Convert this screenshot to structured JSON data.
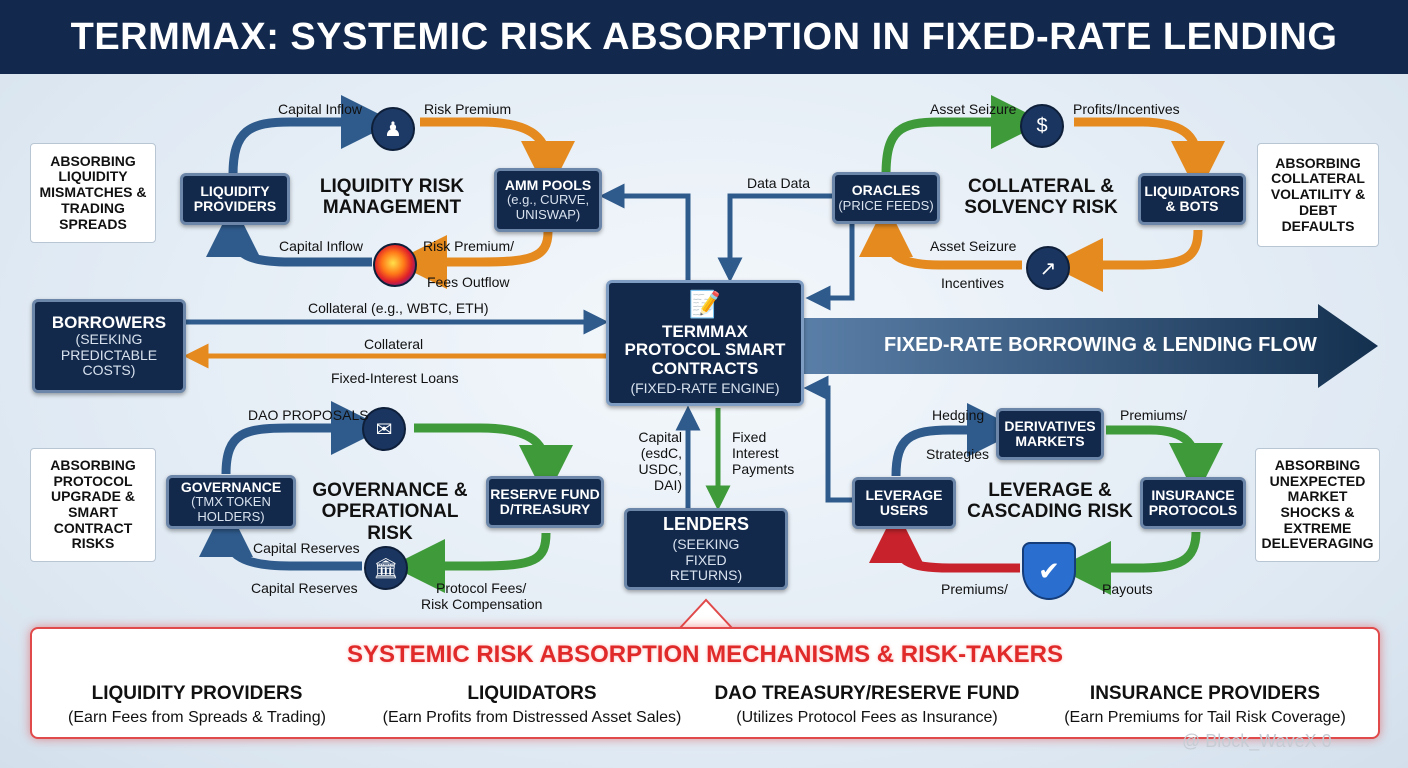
{
  "title": "TERMMAX: SYSTEMIC RISK ABSORPTION IN FIXED-RATE LENDING",
  "colors": {
    "navy": "#13294b",
    "blue_flow": "#2f5b8c",
    "orange_flow": "#e58a1f",
    "green_flow": "#3f9a3a",
    "red_flow": "#c8232c",
    "alert": "#e02a2a"
  },
  "center": {
    "title": "TERMMAX PROTOCOL SMART CONTRACTS",
    "sub": "(FIXED-RATE ENGINE)",
    "icon": "document-pen-icon"
  },
  "flow_label": "FIXED-RATE BORROWING & LENDING FLOW",
  "borrowers": {
    "title": "BORROWERS",
    "sub": "(SEEKING PREDICTABLE COSTS)"
  },
  "lenders": {
    "title": "LENDERS",
    "sub": "(SEEKING FIXED RETURNS)"
  },
  "borrower_flows": {
    "collateral_in": "Collateral (e.g., WBTC, ETH)",
    "collateral_out": "Collateral",
    "loans": "Fixed-Interest Loans"
  },
  "lender_flows": {
    "capital": "Capital (esdC, USDC, DAI)",
    "payments": "Fixed Interest Payments"
  },
  "liquidity": {
    "side": "ABSORBING LIQUIDITY MISMATCHES & TRADING SPREADS",
    "providers": "LIQUIDITY PROVIDERS",
    "category": "LIQUIDITY RISK MANAGEMENT",
    "amm_title": "AMM POOLS",
    "amm_sub": "(e.g., CURVE, UNISWAP)",
    "capital_inflow_top": "Capital Inflow",
    "risk_premium_top": "Risk Premium",
    "capital_inflow_bottom": "Capital Inflow",
    "risk_premium_bottom": "Risk Premium/",
    "fees_outflow": "Fees Outflow",
    "icons": [
      "user-icon",
      "heatmap-icon"
    ]
  },
  "collateral": {
    "side": "ABSORBING COLLATERAL VOLATILITY & DEBT DEFAULTS",
    "oracles_title": "ORACLES",
    "oracles_sub": "(PRICE FEEDS)",
    "category": "COLLATERAL & SOLVENCY RISK",
    "liquidators": "LIQUIDATORS & BOTS",
    "data": "Data Data",
    "asset_seizure_top": "Asset Seizure",
    "profits": "Profits/Incentives",
    "asset_seizure_bottom": "Asset Seizure",
    "incentives": "Incentives",
    "icons": [
      "money-icon",
      "chart-icon"
    ]
  },
  "governance": {
    "side": "ABSORBING PROTOCOL UPGRADE & SMART CONTRACT RISKS",
    "gov_title": "GOVERNANCE",
    "gov_sub": "(TMX TOKEN HOLDERS)",
    "category": "GOVERNANCE & OPERATIONAL RISK",
    "reserve": "RESERVE FUND D/TREASURY",
    "dao_proposals": "DAO PROPOSALS",
    "capital_reserves_1": "Capital Reserves",
    "capital_reserves_2": "Capital Reserves",
    "protocol_fees": "Protocol Fees/",
    "risk_comp": "Risk Compensation",
    "icons": [
      "vote-icon",
      "bank-icon"
    ]
  },
  "leverage": {
    "side": "ABSORBING UNEXPECTED MARKET SHOCKS & EXTREME DELEVERAGING",
    "users": "LEVERAGE USERS",
    "category": "LEVERAGE & CASCADING RISK",
    "derivatives": "DERIVATIVES MARKETS",
    "insurance": "INSURANCE PROTOCOLS",
    "hedging": "Hedging",
    "strategies": "Strategies",
    "premiums_top": "Premiums/",
    "premiums_bottom": "Premiums/",
    "payouts": "Payouts",
    "icons": [
      "shield-check-icon"
    ]
  },
  "bottom": {
    "title": "SYSTEMIC RISK ABSORPTION MECHANISMS & RISK-TAKERS",
    "columns": [
      {
        "title": "LIQUIDITY PROVIDERS",
        "desc": "(Earn Fees from Spreads & Trading)"
      },
      {
        "title": "LIQUIDATORS",
        "desc": "(Earn Profits from Distressed Asset Sales)"
      },
      {
        "title": "DAO TREASURY/RESERVE FUND",
        "desc": "(Utilizes Protocol Fees as Insurance)"
      },
      {
        "title": "INSURANCE PROVIDERS",
        "desc": "(Earn Premiums for Tail Risk Coverage)"
      }
    ]
  },
  "watermark": "@ Block_WaveX 0"
}
